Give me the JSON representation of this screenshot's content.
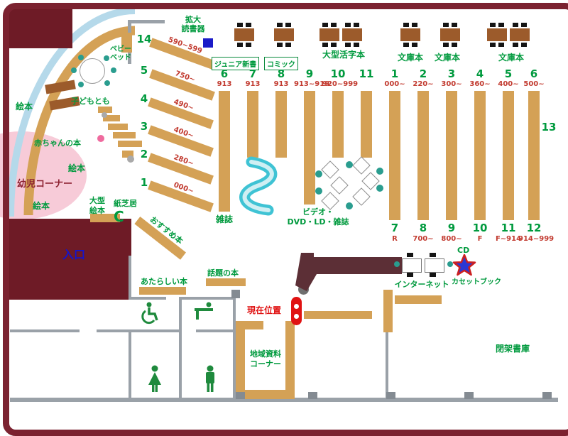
{
  "colors": {
    "wall_maroon": "#7b2230",
    "shelf_tan": "#d4a156",
    "table_brown": "#9c5b2b",
    "text_green": "#009a3e",
    "text_red": "#c23b30",
    "entrance_blue": "#1414cc",
    "marker_red": "#e01212",
    "magnifier_blue": "#1b1bc8",
    "infant_pink": "#f7cbd8",
    "bench_cyan": "#3fc3d4",
    "wall_gray": "#9aa1a8"
  },
  "top": {
    "magnifier_line1": "拡大",
    "magnifier_line2": "読書器",
    "junior": "ジュニア新書",
    "comic": "コミック",
    "large_print": "大型活字本",
    "bunko": "文庫本"
  },
  "shelves": {
    "groupA": [
      {
        "num": "6",
        "range": "913"
      },
      {
        "num": "7",
        "range": "913"
      },
      {
        "num": "8",
        "range": "913"
      },
      {
        "num": "9",
        "range": "913~919"
      },
      {
        "num": "10",
        "range": "920~999"
      },
      {
        "num": "11",
        "range": ""
      }
    ],
    "groupB": [
      {
        "num": "1",
        "range": "000~"
      },
      {
        "num": "2",
        "range": "220~"
      },
      {
        "num": "3",
        "range": "300~"
      },
      {
        "num": "4",
        "range": "360~"
      },
      {
        "num": "5",
        "range": "400~"
      },
      {
        "num": "6",
        "range": "500~"
      }
    ],
    "groupC": [
      {
        "num": "7",
        "range": "R"
      },
      {
        "num": "8",
        "range": "700~"
      },
      {
        "num": "9",
        "range": "800~"
      },
      {
        "num": "10",
        "range": "F"
      },
      {
        "num": "11",
        "range": "F~914"
      },
      {
        "num": "12",
        "range": "914~999"
      }
    ],
    "diagonal": [
      {
        "num": "14",
        "range": "590~599"
      },
      {
        "num": "5",
        "range": "750~"
      },
      {
        "num": "4",
        "range": "490~"
      },
      {
        "num": "3",
        "range": "400~"
      },
      {
        "num": "2",
        "range": "280~"
      },
      {
        "num": "1",
        "range": "000~"
      }
    ],
    "wall_right": "13",
    "zasshi": "雑誌",
    "osusume": "おすすめ本",
    "video_line1": "ビデオ・",
    "video_line2": "DVD・LD・雑誌"
  },
  "kids": {
    "baby_bed_line1": "ベビー",
    "baby_bed_line2": "ベッド",
    "kodomotomo": "子どもとも",
    "ehon": "絵本",
    "akachan": "赤ちゃんの本",
    "yoji_corner": "幼児コーナー",
    "ogata_line1": "大型",
    "ogata_line2": "絵本",
    "kamishibai": "紙芝居",
    "c_mark": "C"
  },
  "areas": {
    "entrance": "入口",
    "new_books": "あたらしい本",
    "topic_books": "話題の本",
    "current_location": "現在位置",
    "internet": "インターネット",
    "cd": "CD",
    "cassette": "カセットブック",
    "local_line1": "地域資料",
    "local_line2": "コーナー",
    "closed_stacks": "閉架書庫"
  }
}
